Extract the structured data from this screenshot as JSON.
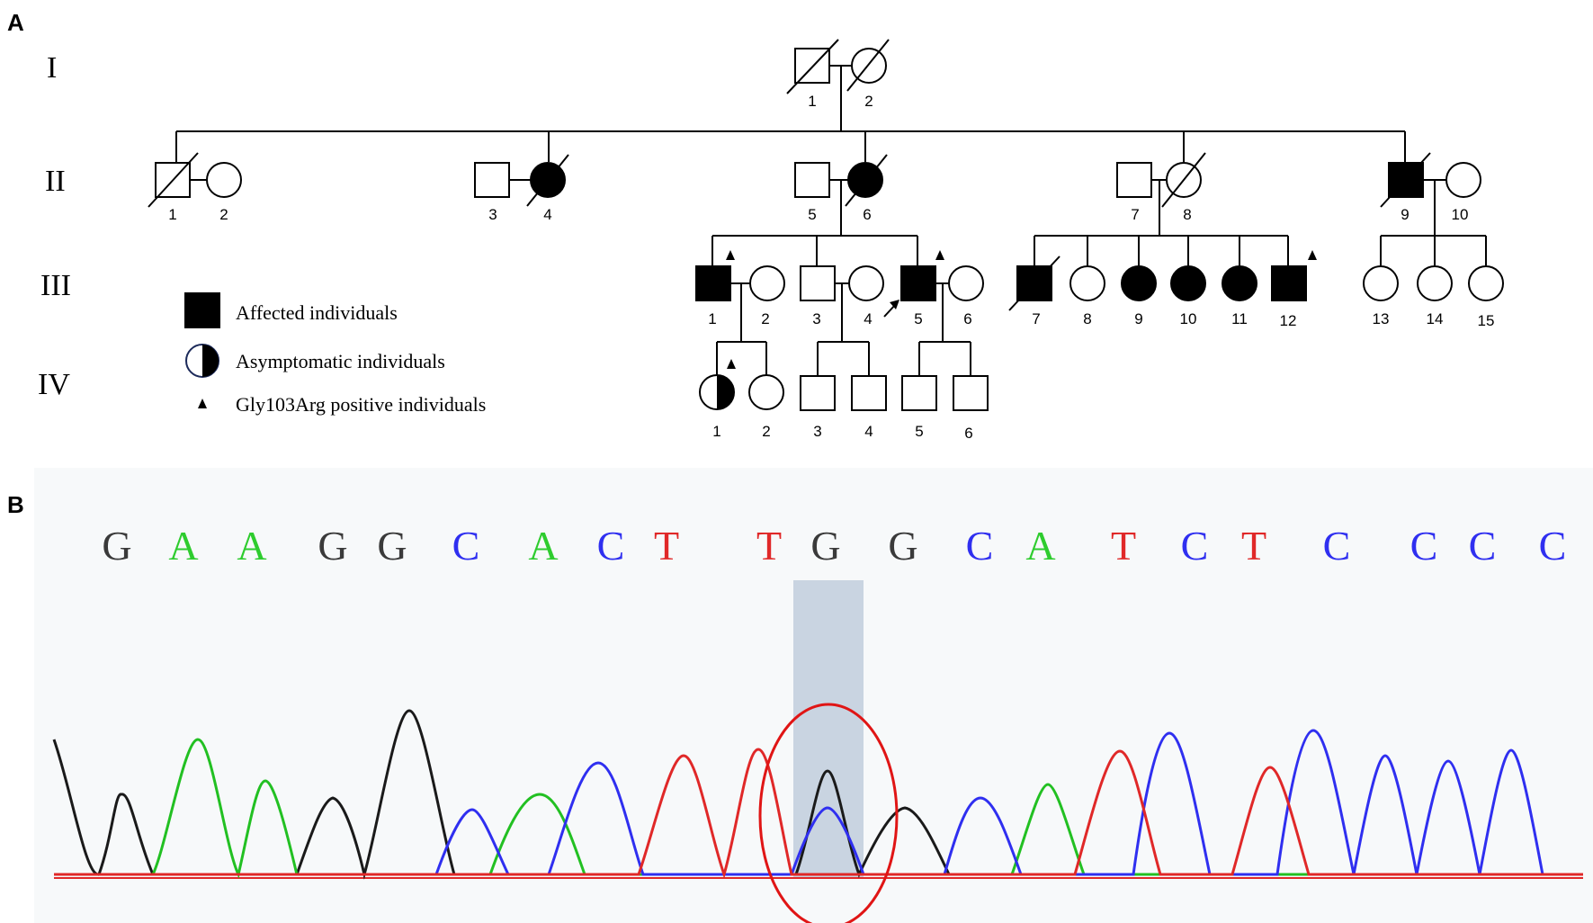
{
  "panels": {
    "a": "A",
    "b": "B"
  },
  "generations": [
    "I",
    "II",
    "III",
    "IV"
  ],
  "pedigree": {
    "gen1": {
      "numbers": [
        "1",
        "2"
      ]
    },
    "gen2": {
      "numbers": [
        "1",
        "2",
        "3",
        "4",
        "5",
        "6",
        "7",
        "8",
        "9",
        "10"
      ]
    },
    "gen3": {
      "numbers": [
        "1",
        "2",
        "3",
        "4",
        "5",
        "6",
        "7",
        "8",
        "9",
        "10",
        "11",
        "12",
        "13",
        "14",
        "15"
      ]
    },
    "gen4": {
      "numbers": [
        "1",
        "2",
        "3",
        "4",
        "5",
        "6"
      ]
    }
  },
  "legend": {
    "affected": "Affected individuals",
    "asymptomatic": "Asymptomatic individuals",
    "positive": "Gly103Arg positive individuals"
  },
  "sequence": {
    "bases": [
      "G",
      "A",
      "A",
      "G",
      "G",
      "C",
      "A",
      "C",
      "T",
      "T",
      "G",
      "G",
      "C",
      "A",
      "T",
      "C",
      "T",
      "C",
      "C",
      "C",
      "C"
    ],
    "colors": {
      "G": "#3a3a3a",
      "A": "#2ecc2e",
      "C": "#2f2ff0",
      "T": "#e02828"
    }
  }
}
